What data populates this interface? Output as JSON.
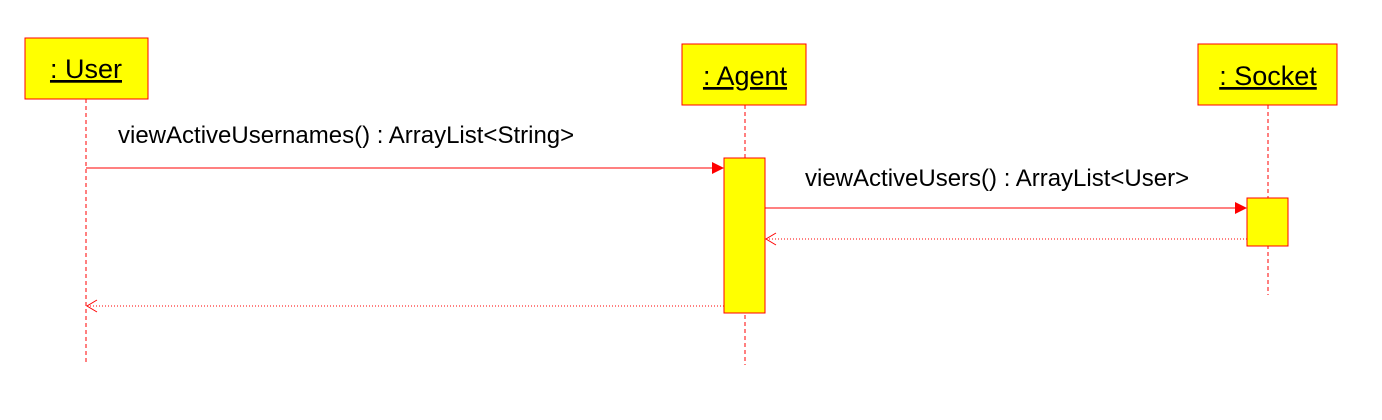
{
  "diagram": {
    "type": "sequence",
    "colors": {
      "box_fill": "#ffff00",
      "stroke": "#ff0000",
      "text": "#000000",
      "background": "#ffffff"
    },
    "lifelines": [
      {
        "id": "user",
        "label": ": User"
      },
      {
        "id": "agent",
        "label": ": Agent"
      },
      {
        "id": "socket",
        "label": ": Socket"
      }
    ],
    "messages": [
      {
        "from": "user",
        "to": "agent",
        "label": "viewActiveUsernames() : ArrayList<String>",
        "kind": "call"
      },
      {
        "from": "agent",
        "to": "socket",
        "label": "viewActiveUsers() : ArrayList<User>",
        "kind": "call"
      },
      {
        "from": "socket",
        "to": "agent",
        "label": "",
        "kind": "return"
      },
      {
        "from": "agent",
        "to": "user",
        "label": "",
        "kind": "return"
      }
    ]
  }
}
